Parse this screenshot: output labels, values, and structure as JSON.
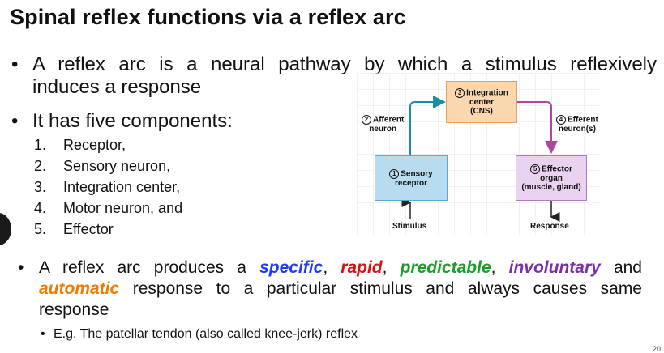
{
  "slide": {
    "title": "Spinal reflex functions via a reflex arc",
    "bullet1_line1": "A reflex arc is a neural pathway by which a stimulus reflexively",
    "bullet1_line2": "induces a response",
    "bullet2": "It has five components:",
    "components": [
      {
        "num": "1.",
        "label": "Receptor,"
      },
      {
        "num": "2.",
        "label": "Sensory neuron,"
      },
      {
        "num": "3.",
        "label": "Integration center,"
      },
      {
        "num": "4.",
        "label": "Motor neuron, and"
      },
      {
        "num": "5.",
        "label": "Effector"
      }
    ],
    "bullet3": {
      "prefix": "A reflex arc produces a ",
      "w_specific": "specific",
      "sep1": ", ",
      "w_rapid": "rapid",
      "sep2": ", ",
      "w_predictable": "predictable",
      "sep3": ", ",
      "w_involuntary": "involuntary",
      "sep4": " and",
      "w_automatic": "automatic",
      "rest1": " response to a particular stimulus and always causes same",
      "rest2": "response"
    },
    "bullet4": "E.g. The patellar tendon (also called knee-jerk) reflex",
    "page_number": "20"
  },
  "diagram": {
    "integration": {
      "num": "3",
      "line1": "Integration",
      "line2": "center",
      "line3": "(CNS)"
    },
    "afferent": {
      "num": "2",
      "line1": "Afferent",
      "line2": "neuron"
    },
    "efferent": {
      "num": "4",
      "line1": "Efferent",
      "line2": "neuron(s)"
    },
    "sensory": {
      "num": "1",
      "line1": "Sensory",
      "line2": "receptor"
    },
    "effector": {
      "num": "5",
      "line1": "Effector",
      "line2": "organ",
      "line3": "(muscle, gland)"
    },
    "stimulus": "Stimulus",
    "response": "Response",
    "colors": {
      "afferent_line": "#1a8fa0",
      "efferent_line": "#b0479e",
      "integration_fill": "#fbd7b0",
      "sensory_fill": "#b8dcef",
      "effector_fill": "#e9d2ef"
    }
  }
}
